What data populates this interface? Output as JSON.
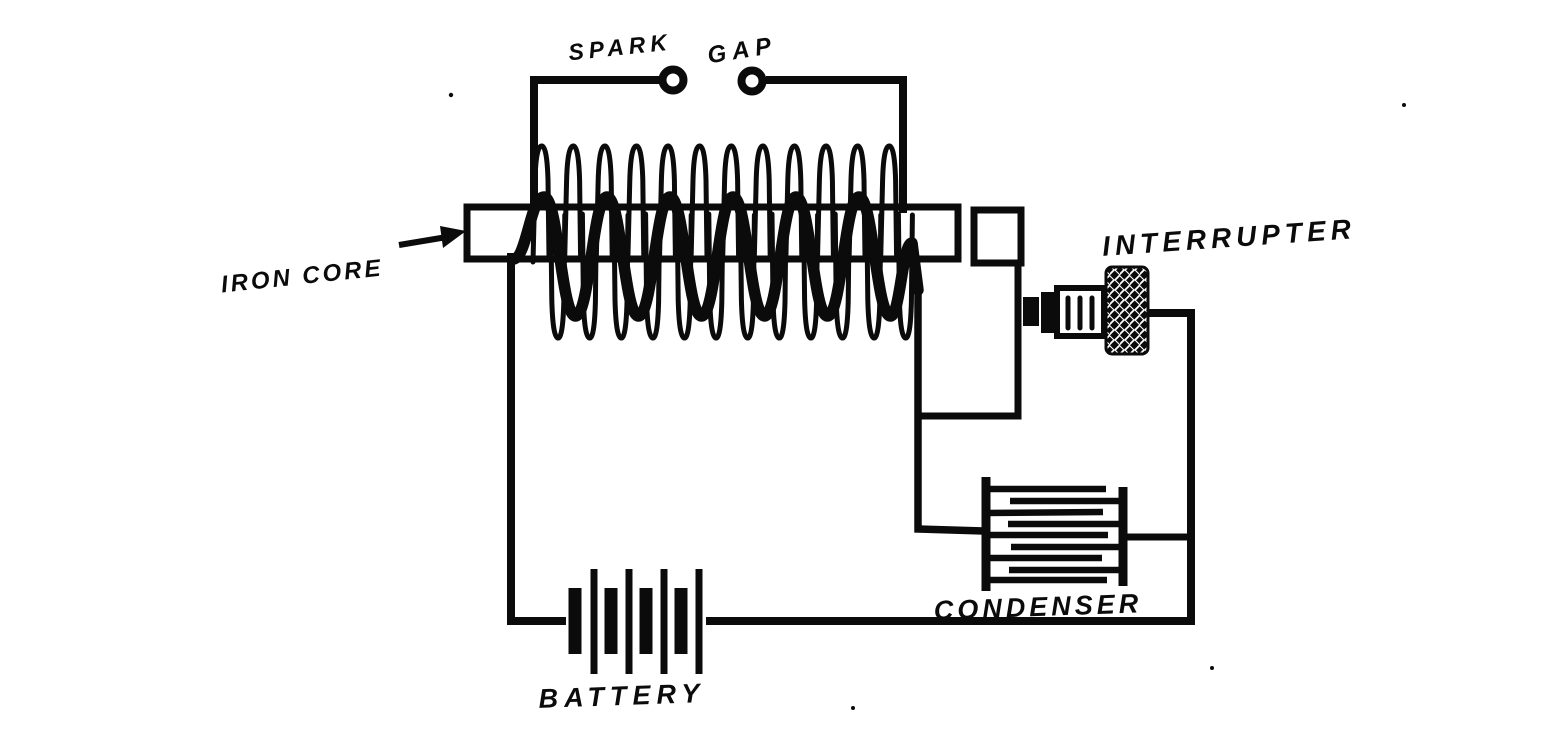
{
  "figure": {
    "kind": "hand-drawn circuit diagram",
    "background": "#ffffff",
    "ink": "#0b0b0b"
  },
  "labels": {
    "spark": "SPARK",
    "gap": "GAP",
    "iron_core": "IRON CORE",
    "interrupter": "INTERRUPTER",
    "condenser": "CONDENSER",
    "battery": "BATTERY"
  }
}
